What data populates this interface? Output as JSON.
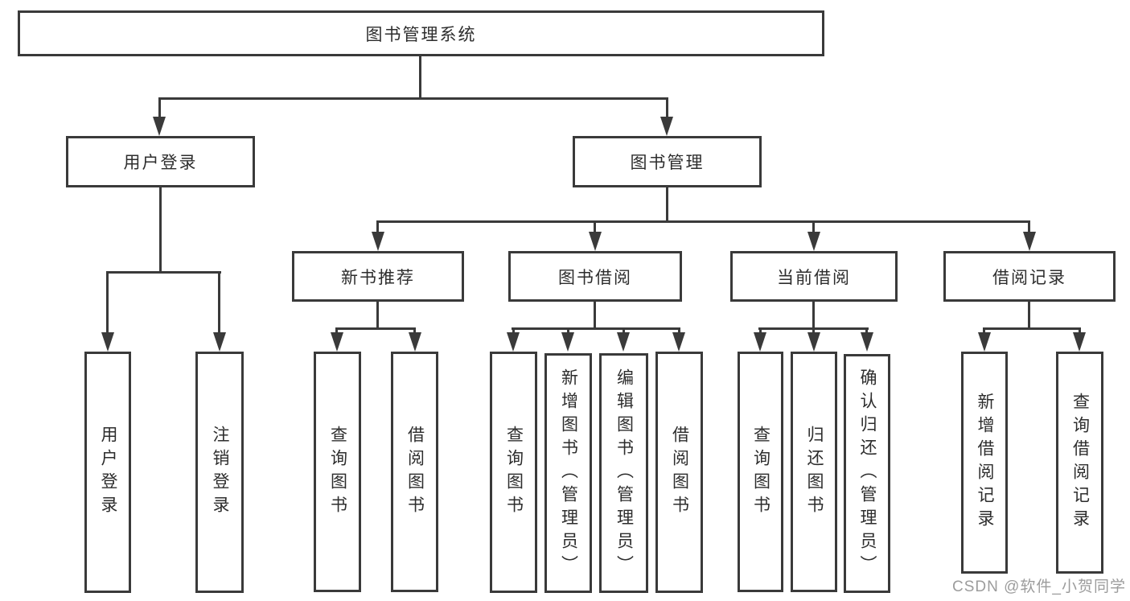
{
  "diagram": {
    "title": "图书管理系统",
    "root": {
      "label": "图书管理系统"
    },
    "branches": [
      {
        "label": "用户登录",
        "children": [
          {
            "label": "用户登录"
          },
          {
            "label": "注销登录"
          }
        ]
      },
      {
        "label": "图书管理",
        "children": [
          {
            "label": "新书推荐",
            "children": [
              {
                "label": "查询图书"
              },
              {
                "label": "借阅图书"
              }
            ]
          },
          {
            "label": "图书借阅",
            "children": [
              {
                "label": "查询图书"
              },
              {
                "label": "新增图书（管理员）"
              },
              {
                "label": "编辑图书（管理员）"
              },
              {
                "label": "借阅图书"
              }
            ]
          },
          {
            "label": "当前借阅",
            "children": [
              {
                "label": "查询图书"
              },
              {
                "label": "归还图书"
              },
              {
                "label": "确认归还（管理员）"
              }
            ]
          },
          {
            "label": "借阅记录",
            "children": [
              {
                "label": "新增借阅记录"
              },
              {
                "label": "查询借阅记录"
              }
            ]
          }
        ]
      }
    ]
  },
  "watermark": {
    "text": "CSDN @软件_小贺同学"
  },
  "colors": {
    "background": "#ffffff",
    "line": "#3a3a3a",
    "box_border": "#3a3a3a",
    "box_fill": "#ffffff",
    "text": "#2d2d2d",
    "watermark": "#9c9c9c"
  }
}
